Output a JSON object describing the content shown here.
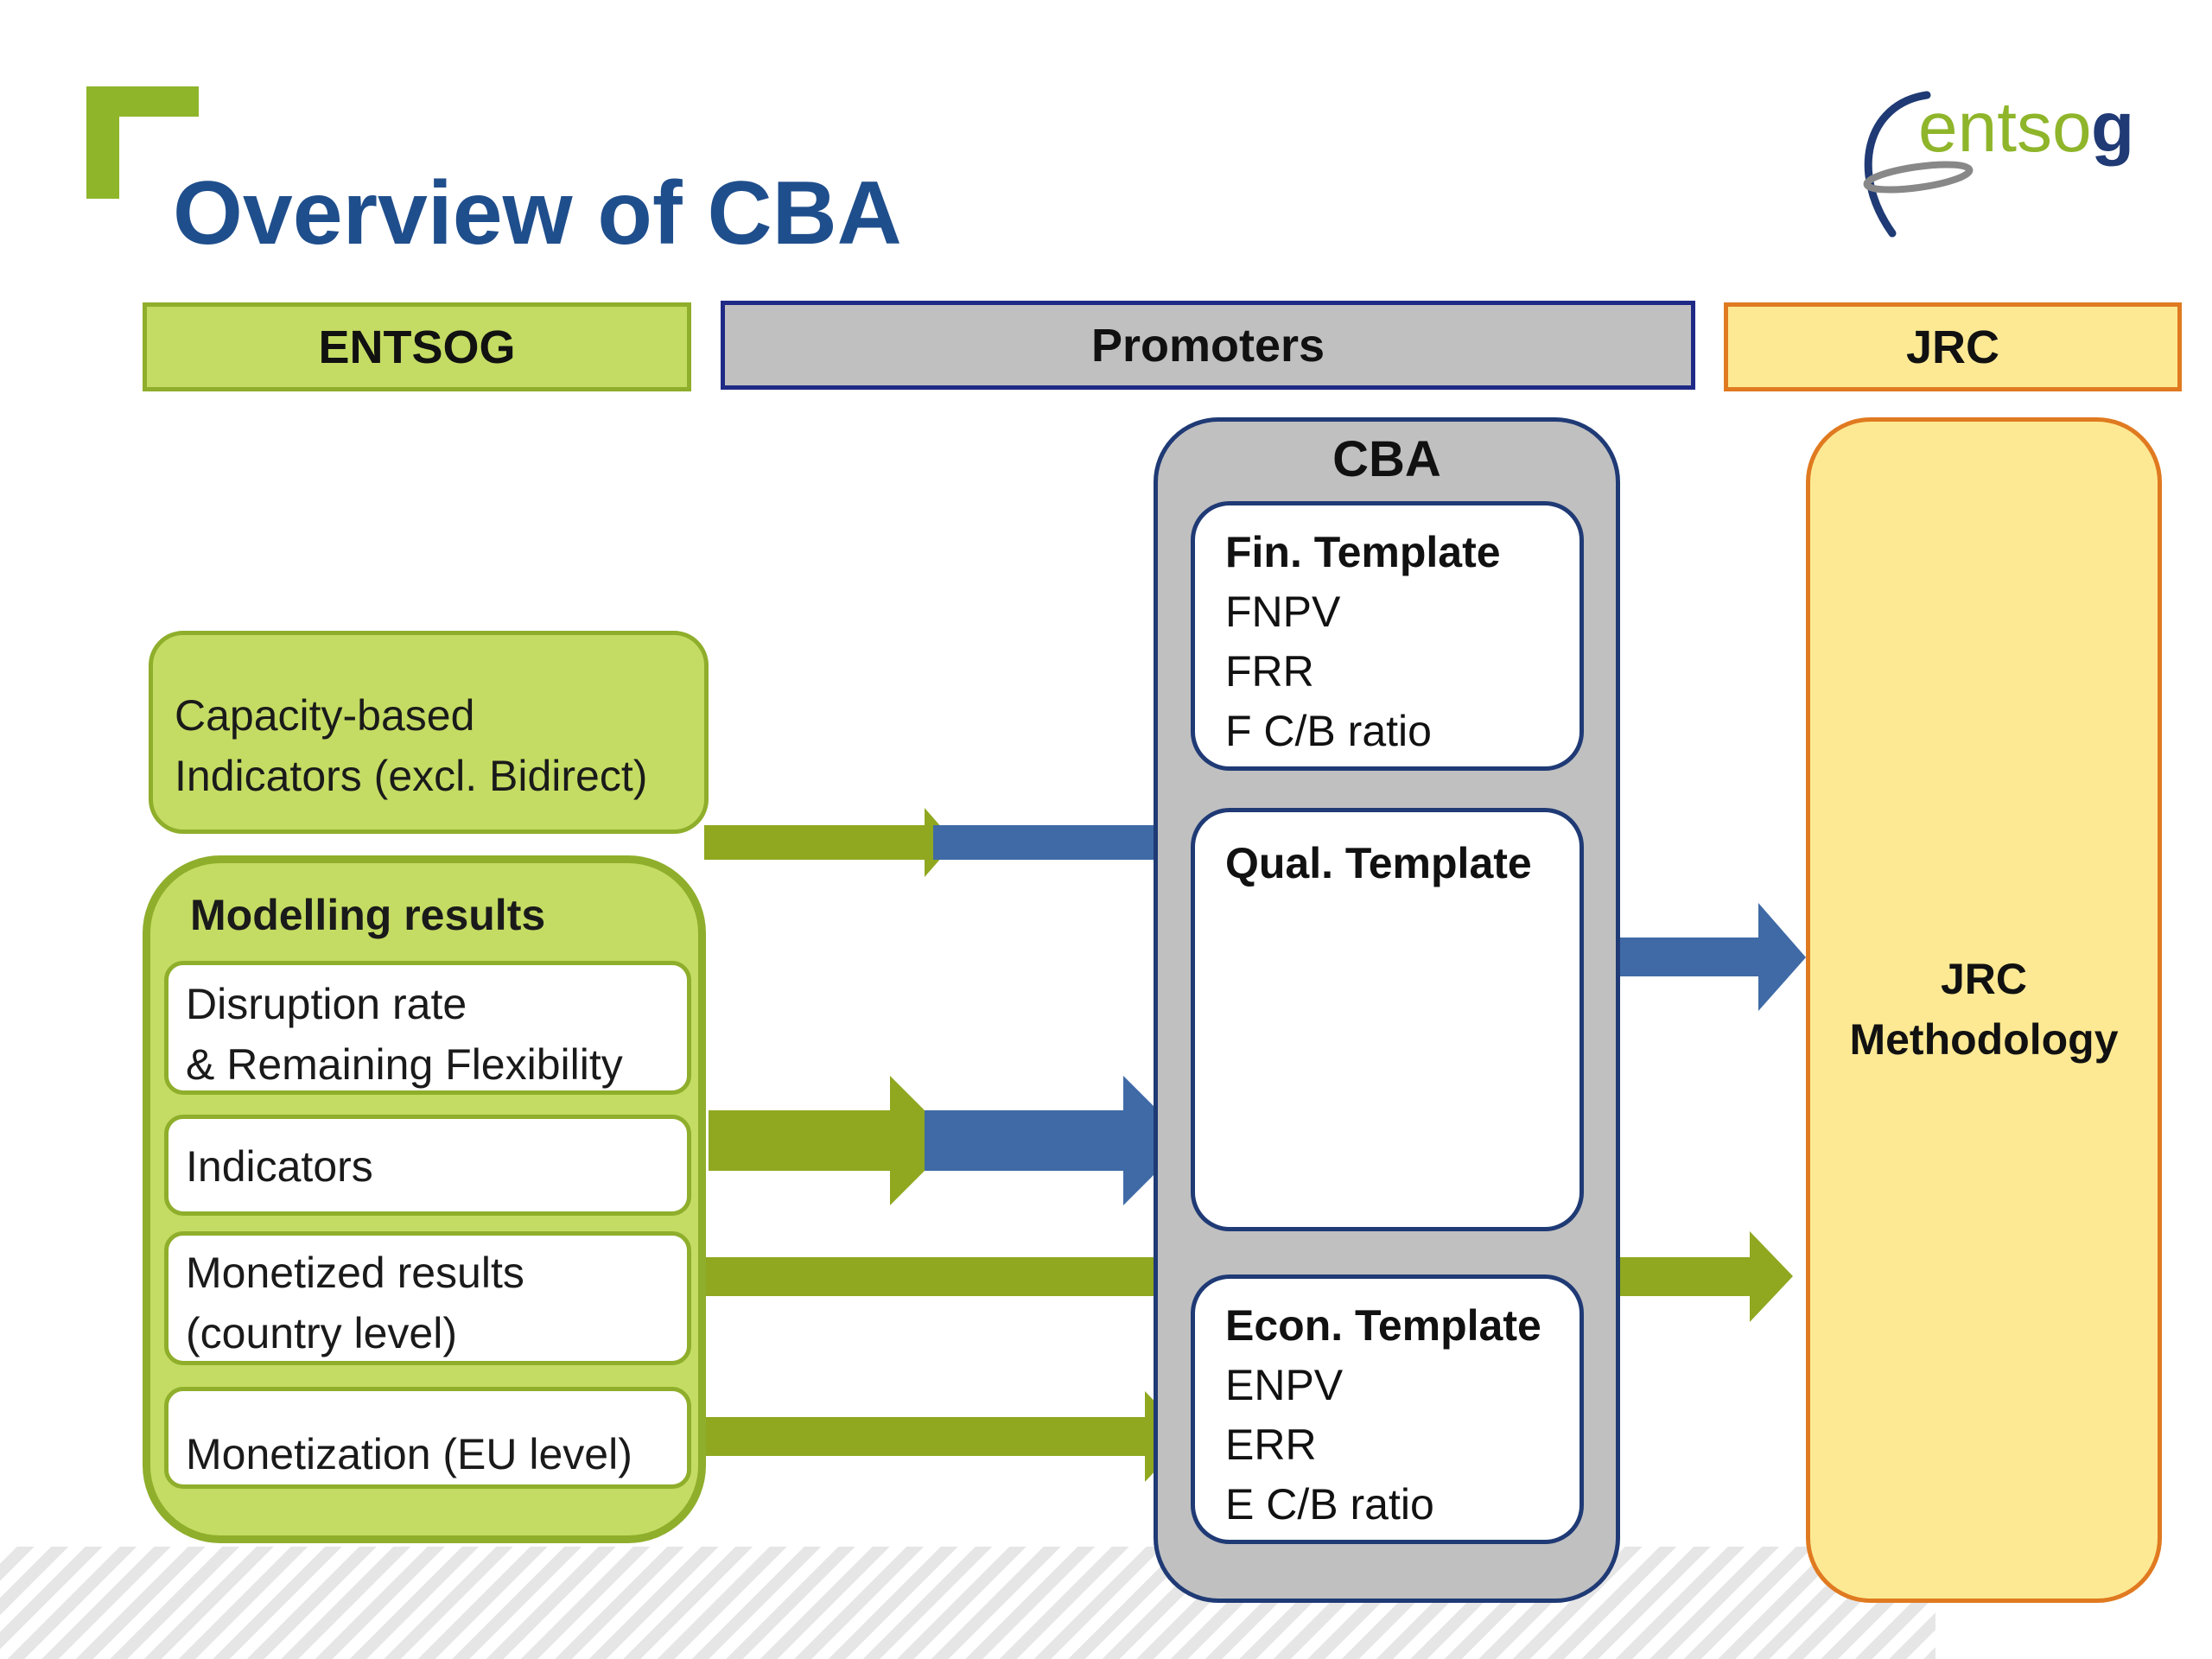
{
  "slide": {
    "title": "Overview of CBA"
  },
  "logo": {
    "text": "entsog"
  },
  "headers": {
    "entsog": "ENTSOG",
    "promoters": "Promoters",
    "jrc": "JRC"
  },
  "capacity_box": {
    "line1": "Capacity-based",
    "line2": "Indicators (excl. Bidirect)"
  },
  "modelling": {
    "title": "Modelling results",
    "items": [
      {
        "line1": "Disruption rate",
        "line2": "& Remaining Flexibility"
      },
      {
        "line1": "Indicators"
      },
      {
        "line1": "Monetized results",
        "line2": "(country level)"
      },
      {
        "line1": "Monetization (EU level)"
      }
    ]
  },
  "cba": {
    "title": "CBA",
    "fin": {
      "title": "Fin. Template",
      "items": [
        "FNPV",
        "FRR",
        "F C/B ratio"
      ]
    },
    "qual": {
      "title": "Qual. Template"
    },
    "econ": {
      "title": "Econ. Template",
      "items": [
        "ENPV",
        "ERR",
        "E C/B ratio"
      ]
    }
  },
  "jrc": {
    "line1": "JRC",
    "line2": "Methodology"
  },
  "colors": {
    "title_blue": "#1f4e8c",
    "green_fill": "#c4dc63",
    "green_border": "#8fae2b",
    "green_arrow": "#8fa820",
    "blue_arrow": "#3f6aa6",
    "grey_fill": "#c0c0c0",
    "navy_border": "#1f3a75",
    "yellow_fill": "#fde993",
    "orange_border": "#e07a20"
  }
}
